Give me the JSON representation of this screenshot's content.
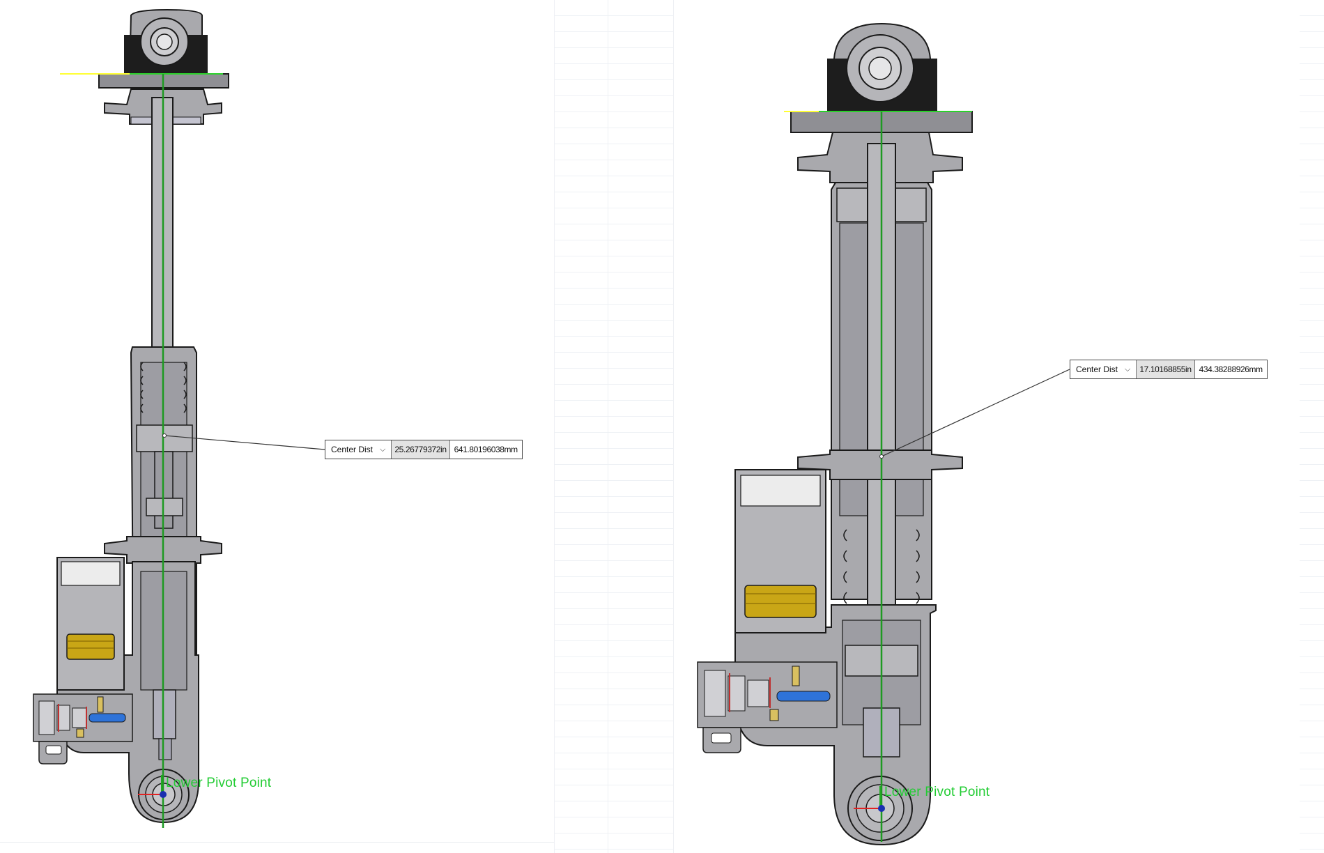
{
  "left_view": {
    "measurement": {
      "label": "Center Dist",
      "value_in": "25.26779372in",
      "value_mm": "641.80196038mm"
    },
    "pivot_label": "Lower Pivot Point"
  },
  "right_view": {
    "measurement": {
      "label": "Center Dist",
      "value_in": "17.10168855in",
      "value_mm": "434.38288926mm"
    },
    "pivot_label": "Lower Pivot Point"
  },
  "colors": {
    "centerline": "#1e9a22",
    "reference_line": "#ffff33",
    "section_fill": "#a9a9ad",
    "outline": "#1a1a1a",
    "brass": "#c9a616",
    "blue_part": "#2e73d9"
  }
}
